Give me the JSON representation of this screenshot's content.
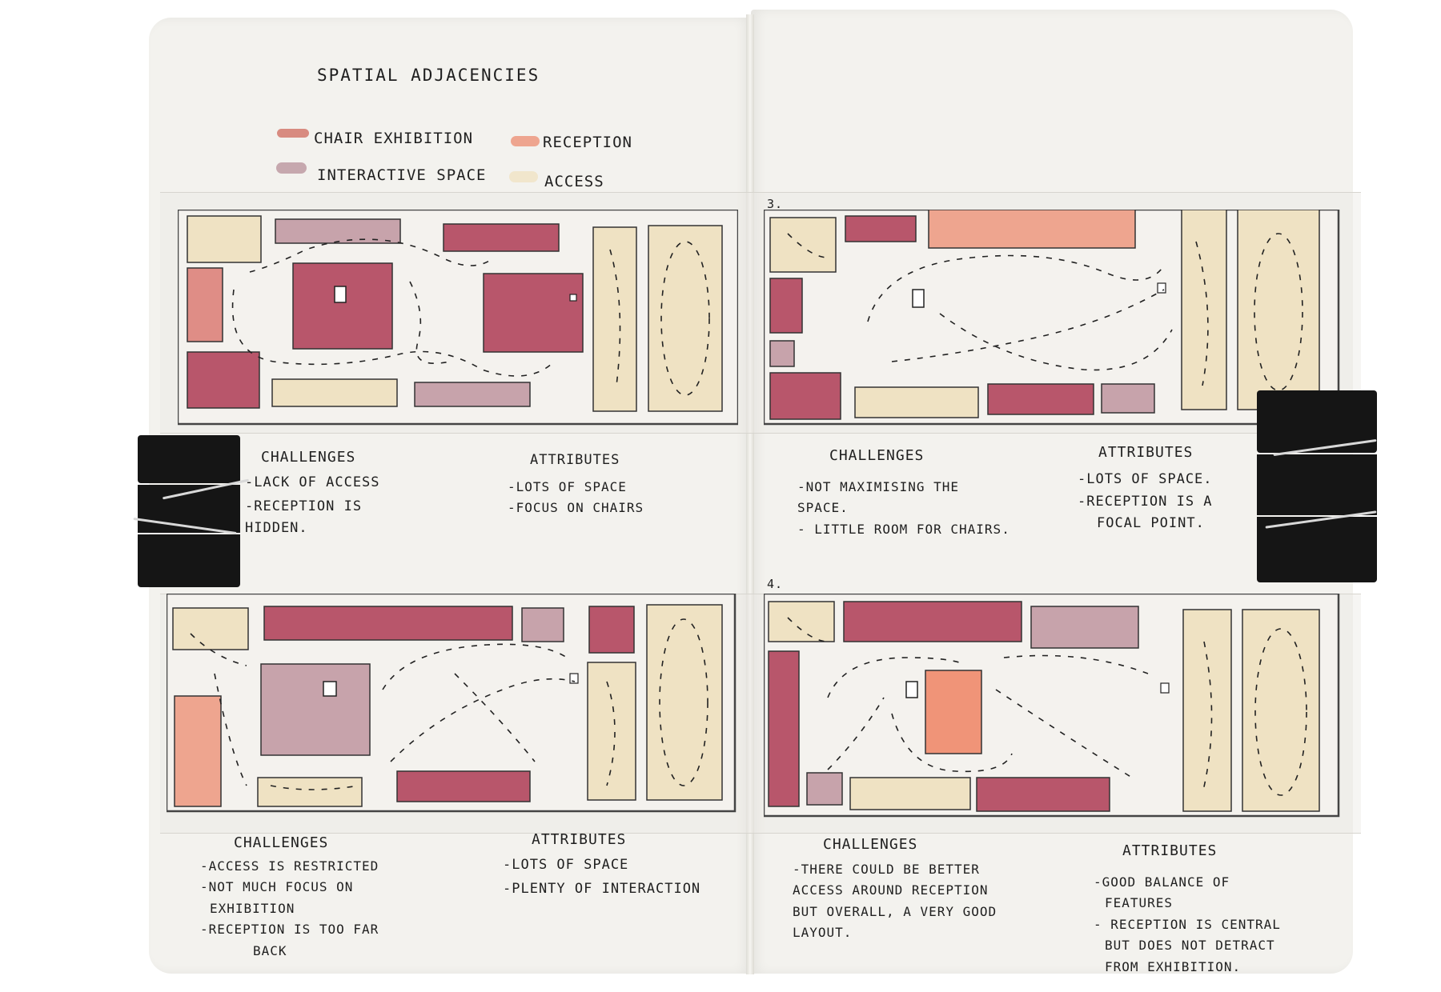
{
  "title": "SPATIAL ADJACENCIES",
  "legend": [
    {
      "label": "CHAIR EXHIBITION",
      "color": "#d88b80"
    },
    {
      "label": "RECEPTION",
      "color": "#eea58f"
    },
    {
      "label": "INTERACTIVE SPACE",
      "color": "#c6a8ae"
    },
    {
      "label": "ACCESS",
      "color": "#f1e6cc"
    }
  ],
  "palette": {
    "chair": "#b8566b",
    "reception": "#e9a48e",
    "interactive": "#c7a3ab",
    "access": "#efe2c3",
    "wall": "#2a2a2a"
  },
  "plans": {
    "p1": {
      "number": "",
      "challenges_heading": "CHALLENGES",
      "challenges": [
        "-LACK OF ACCESS",
        "-RECEPTION IS",
        "HIDDEN."
      ],
      "attributes_heading": "ATTRIBUTES",
      "attributes": [
        "-LOTS OF SPACE",
        "-FOCUS ON CHAIRS"
      ]
    },
    "p3": {
      "number": "3.",
      "challenges_heading": "CHALLENGES",
      "challenges": [
        "-NOT MAXIMISING THE",
        "SPACE.",
        "- LITTLE ROOM FOR CHAIRS."
      ],
      "attributes_heading": "ATTRIBUTES",
      "attributes": [
        "-LOTS OF SPACE.",
        "-RECEPTION IS A",
        "FOCAL POINT."
      ]
    },
    "p2": {
      "number": "",
      "challenges_heading": "CHALLENGES",
      "challenges": [
        "-ACCESS IS RESTRICTED",
        "-NOT MUCH FOCUS ON",
        "EXHIBITION",
        "-RECEPTION IS TOO FAR",
        "BACK"
      ],
      "attributes_heading": "ATTRIBUTES",
      "attributes": [
        "-LOTS OF SPACE",
        "-PLENTY OF INTERACTION"
      ]
    },
    "p4": {
      "number": "4.",
      "challenges_heading": "CHALLENGES",
      "challenges": [
        "-THERE COULD BE BETTER",
        "ACCESS AROUND RECEPTION",
        "BUT OVERALL, A VERY GOOD",
        "LAYOUT."
      ],
      "attributes_heading": "ATTRIBUTES",
      "attributes": [
        "-GOOD BALANCE OF",
        "FEATURES",
        "- RECEPTION IS CENTRAL",
        "BUT DOES NOT DETRACT",
        "FROM EXHIBITION."
      ]
    }
  }
}
